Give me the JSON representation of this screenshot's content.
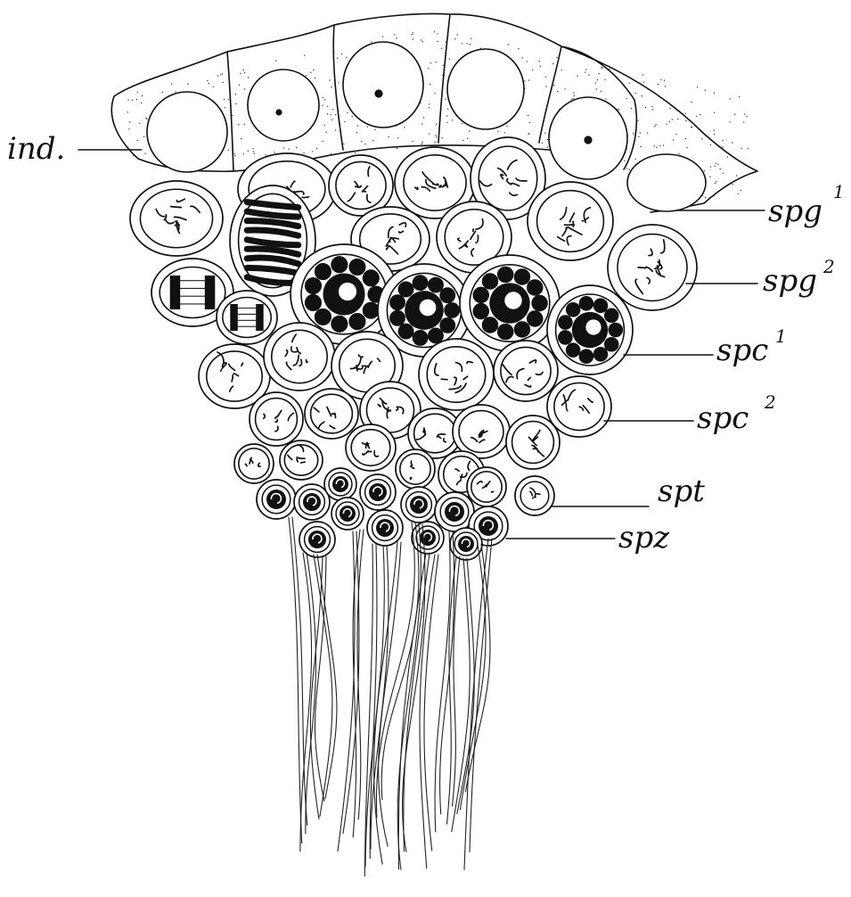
{
  "labels": [
    {
      "id": "ind",
      "text": "ind.",
      "sup": ""
    },
    {
      "id": "spg1",
      "text": "spg",
      "sup": "1"
    },
    {
      "id": "spg2",
      "text": "spg",
      "sup": "2"
    },
    {
      "id": "spc1",
      "text": "spc",
      "sup": "1"
    },
    {
      "id": "spc2",
      "text": "spc",
      "sup": "2"
    },
    {
      "id": "spt",
      "text": "spt",
      "sup": ""
    },
    {
      "id": "spz",
      "text": "spz",
      "sup": ""
    }
  ]
}
